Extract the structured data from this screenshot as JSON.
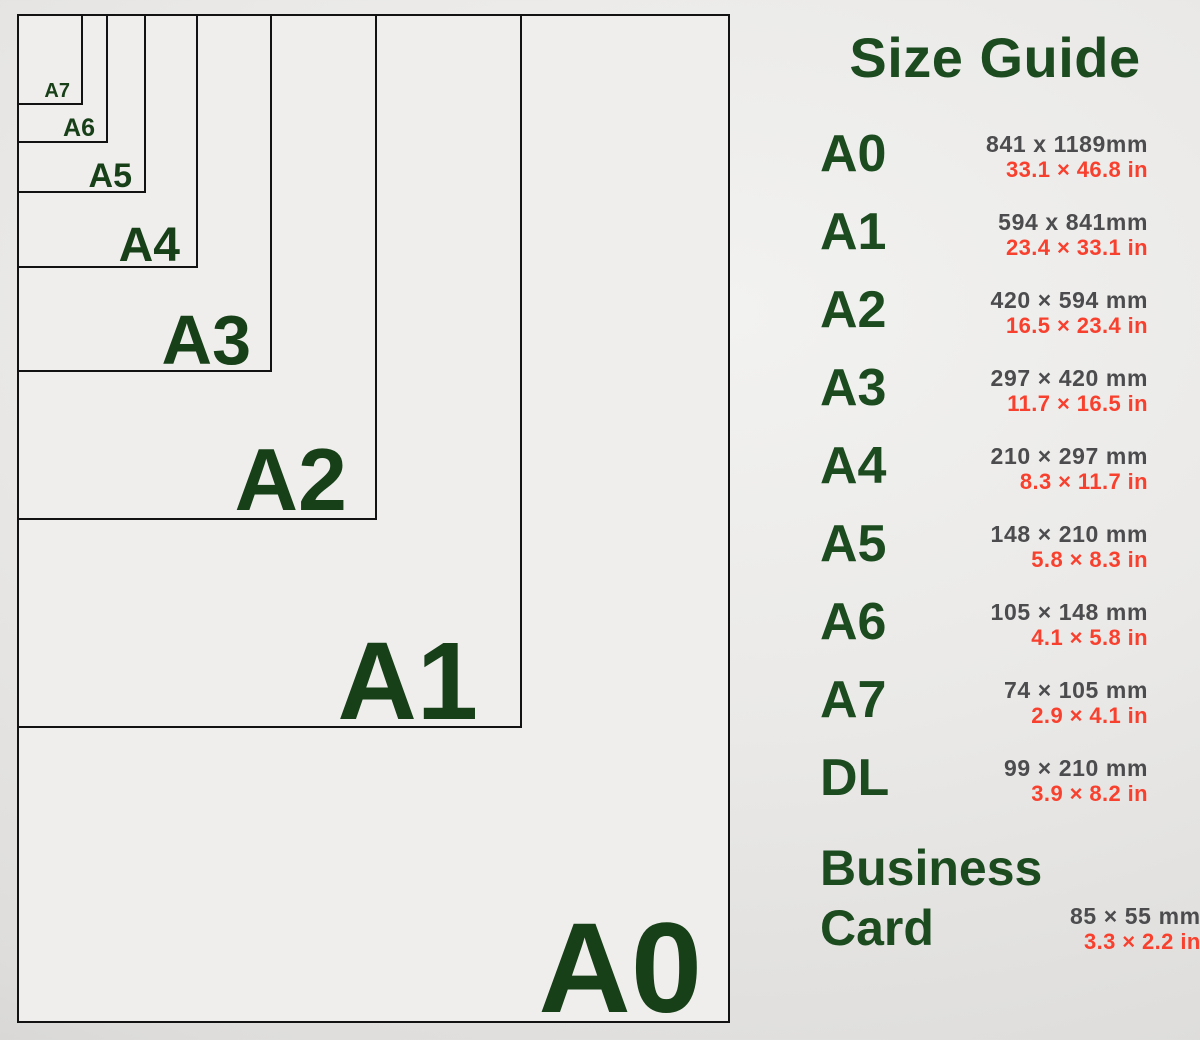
{
  "colors": {
    "diagram_label_green": "#173f18",
    "panel_green": "#1c4b20",
    "mm_gray": "#4c4c4e",
    "inch_red": "#f8402e",
    "outline_black": "#121212",
    "paper_fill": "#efeeec"
  },
  "diagram": {
    "sizes": [
      {
        "label": "A0"
      },
      {
        "label": "A1"
      },
      {
        "label": "A2"
      },
      {
        "label": "A3"
      },
      {
        "label": "A4"
      },
      {
        "label": "A5"
      },
      {
        "label": "A6"
      },
      {
        "label": "A7"
      }
    ]
  },
  "size_guide": {
    "title": "Size Guide",
    "rows": [
      {
        "label": "A0",
        "mm": "841 x 1189mm",
        "in": "33.1 × 46.8 in"
      },
      {
        "label": "A1",
        "mm": "594 x 841mm",
        "in": "23.4 × 33.1 in"
      },
      {
        "label": "A2",
        "mm": "420 × 594 mm",
        "in": "16.5 × 23.4 in"
      },
      {
        "label": "A3",
        "mm": "297 × 420 mm",
        "in": "11.7 × 16.5 in"
      },
      {
        "label": "A4",
        "mm": "210 × 297 mm",
        "in": "8.3 × 11.7 in"
      },
      {
        "label": "A5",
        "mm": "148 × 210 mm",
        "in": "5.8 × 8.3 in"
      },
      {
        "label": "A6",
        "mm": "105 × 148 mm",
        "in": "4.1 × 5.8 in"
      },
      {
        "label": "A7",
        "mm": "74 × 105 mm",
        "in": "2.9 × 4.1 in"
      },
      {
        "label": "DL",
        "mm": "99 × 210 mm",
        "in": "3.9 × 8.2 in"
      },
      {
        "label": "Business Card",
        "mm": "85 × 55 mm",
        "in": "3.3 × 2.2 in"
      }
    ]
  }
}
